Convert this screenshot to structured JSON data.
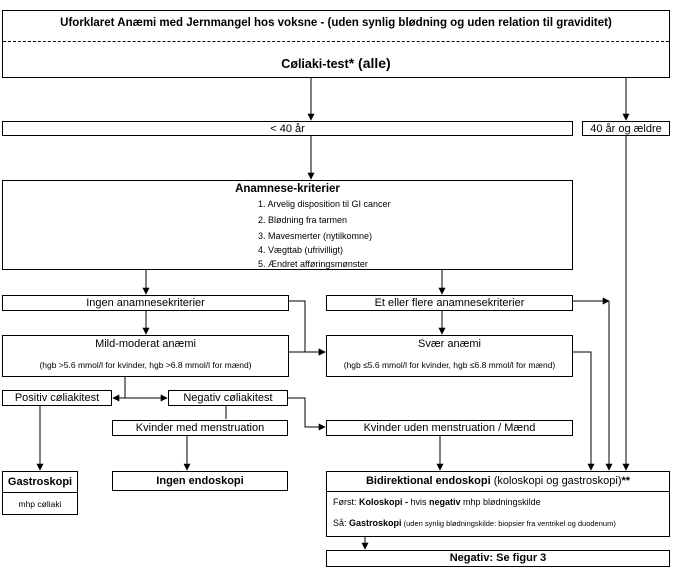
{
  "header": {
    "title": "Uforklaret Anæmi med Jernmangel hos voksne -  (uden synlig blødning og uden relation til graviditet)",
    "celiac_test": "Cøliaki-test",
    "celiac_suffix": "* (alle)"
  },
  "age": {
    "under40": "< 40 år",
    "over40": "40 år og ældre"
  },
  "anamnese": {
    "title": "Anamnese-kriterier",
    "items": [
      "1. Arvelig disposition til GI cancer",
      "2. Blødning fra tarmen",
      "3. Mavesmerter (nytilkomne)",
      "4. Vægttab (ufrivilligt)",
      "5. Ændret afføringsmønster"
    ]
  },
  "criteria": {
    "none": "Ingen anamnesekriterier",
    "one_or_more": "Et eller flere anamnesekriterier"
  },
  "anemia": {
    "mild_title": "Mild-moderat anæmi",
    "mild_detail": "(hgb >5.6 mmol/l for kvinder, hgb >6.8 mmol/l  for mænd)",
    "severe_title": "Svær anæmi",
    "severe_detail": "(hgb ≤5.6 mmol/l for kvinder, hgb ≤6.8 mmol/l for mænd)"
  },
  "celiac": {
    "positive": "Positiv cøliakitest",
    "negative": "Negativ cøliakitest"
  },
  "groups": {
    "menstruating": "Kvinder med menstruation",
    "non_menstruating": "Kvinder uden menstruation / Mænd"
  },
  "outcomes": {
    "gastroskopi": "Gastroskopi",
    "gastroskopi_note": "mhp cøliaki",
    "no_endoscopy": "Ingen endoskopi",
    "bidir_title": "Bidirektional endoskopi",
    "bidir_paren": " (koloskopi og gastroskopi)",
    "bidir_mark": "**",
    "first_prefix": "Først: ",
    "first_bold": "Koloskopi -",
    "first_mid": " hvis ",
    "first_neg": "negativ",
    "first_tail": " mhp blødningskilde",
    "then_prefix": "Så: ",
    "then_bold": "Gastroskopi",
    "then_tail": " (uden synlig blødningskilde: biopsier fra ventrikel og duodenum)",
    "negative_fig": "Negativ: Se figur 3"
  }
}
